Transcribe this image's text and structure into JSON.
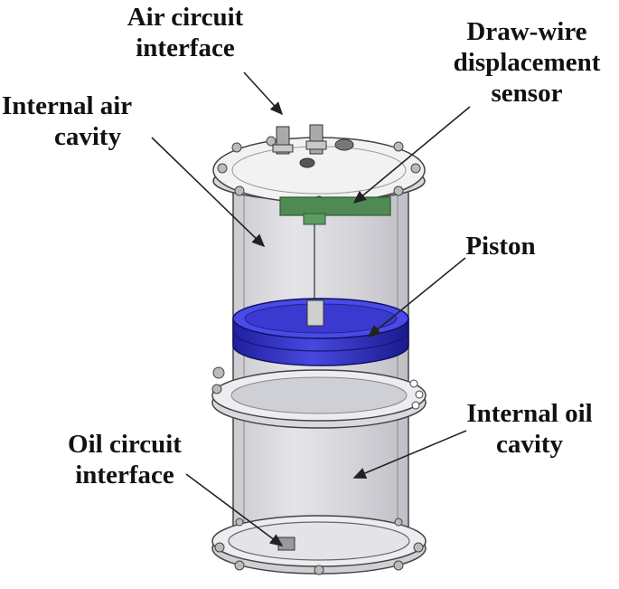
{
  "labels": {
    "air_circuit_interface": [
      "Air circuit",
      "interface"
    ],
    "draw_wire_sensor": [
      "Draw-wire",
      "displacement",
      "sensor"
    ],
    "internal_air_cavity": [
      "Internal air",
      "cavity"
    ],
    "piston": [
      "Piston"
    ],
    "internal_oil_cavity": [
      "Internal oil",
      "cavity"
    ],
    "oil_circuit_interface": [
      "Oil circuit",
      "interface"
    ]
  },
  "colors": {
    "piston": "#3232c8",
    "sensor": "#4f8a55",
    "cylinder": "#c9c9cf",
    "flange": "#e6e6e6",
    "outline": "#333333",
    "arrow": "#222222"
  }
}
